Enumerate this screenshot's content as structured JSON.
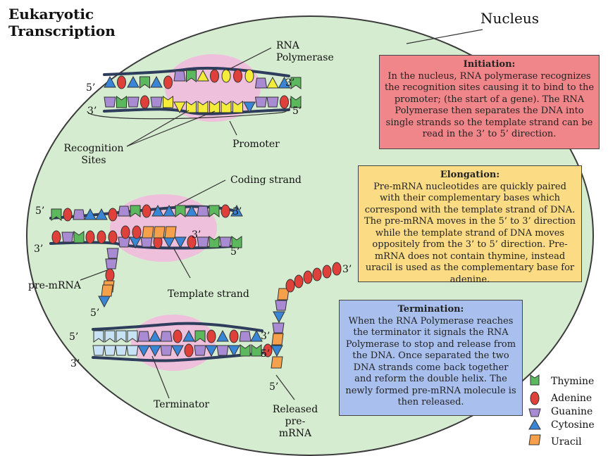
{
  "title": {
    "line1": "Eukaryotic",
    "line2": "Transcription"
  },
  "nucleus_label": "Nucleus",
  "labels": {
    "rna_polymerase": [
      "RNA",
      "Polymerase"
    ],
    "recognition_sites": [
      "Recognition",
      "Sites"
    ],
    "promoter": "Promoter",
    "coding_strand": "Coding strand",
    "template_strand": "Template strand",
    "pre_mrna": "pre-mRNA",
    "terminator": "Terminator",
    "released_pre_mrna": [
      "Released",
      "pre-mRNA"
    ],
    "five_prime": "5’",
    "three_prime": "3’"
  },
  "initiation": {
    "title": "Initiation:",
    "text": "In the nucleus, RNA polymerase recognizes the recognition sites causing it to bind to the promoter; (the start of a gene).  The RNA Polymerase then separates the DNA into single strands so the template strand can be read in the 3’ to 5’ direction."
  },
  "elongation": {
    "title": "Elongation:",
    "text": "Pre-mRNA nucleotides are quickly paired with their complementary bases which correspond with the template strand of DNA.  The pre-mRNA moves in the 5’ to 3’ direction while the template strand of DNA moves oppositely from the 3’ to 5’ direction.  Pre-mRNA does not contain thymine, instead uracil is used as the complementary base for adenine."
  },
  "termination": {
    "title": "Termination:",
    "text": "When the RNA Polymerase reaches the terminator it signals the RNA Polymerase to stop and release from the DNA.  Once separated the two DNA strands come back together and reform the double helix.  The newly formed pre-mRNA molecule is then released."
  },
  "legend": [
    {
      "name": "Thymine",
      "shape": "thymine",
      "color": "#5cb85c"
    },
    {
      "name": "Adenine",
      "shape": "adenine",
      "color": "#e0403a"
    },
    {
      "name": "Guanine",
      "shape": "guanine",
      "color": "#a98bd4"
    },
    {
      "name": "Cytosine",
      "shape": "cytosine",
      "color": "#3a86d6"
    },
    {
      "name": "Uracil",
      "shape": "uracil",
      "color": "#f5a04a"
    }
  ],
  "colors": {
    "nucleus_fill": "#d6ecd0",
    "polymerase": "#efc0dc",
    "backbone": "#2f3d5c",
    "yellow": "#f4ec3a",
    "pale_blue": "#c6e2f4",
    "initiation_box": "#f0868a",
    "elongation_box": "#fbdc84",
    "termination_box": "#a9c0ee"
  }
}
